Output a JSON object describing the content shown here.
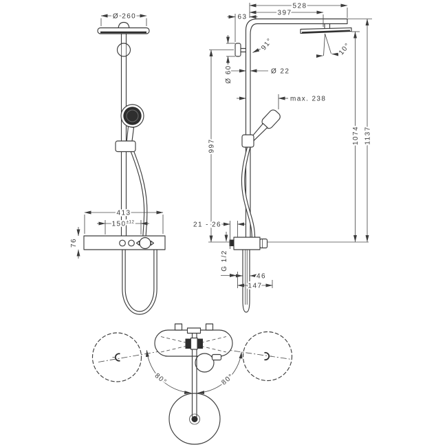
{
  "drawing": {
    "front": {
      "head_diameter": "Ø 260",
      "bar_width": "413",
      "supply_spacing": "150",
      "supply_spacing_tol": "±12",
      "bar_height": "76"
    },
    "side": {
      "projection_total": "528",
      "projection_head": "397",
      "wall_offset": "63",
      "arm_angle": "91°",
      "flange_diameter": "Ø 60",
      "pipe_diameter": "Ø 22",
      "handshower_reach": "max. 238",
      "wall_bar_height": "997",
      "height_head_bottom": "1074",
      "height_arm_top": "1137",
      "head_tilt": "10°",
      "mount_depth": "21 - 26",
      "thread_size": "G 1/2",
      "hose_loop_width": "46",
      "valve_depth": "147"
    },
    "top": {
      "swivel_left": "80°",
      "swivel_right": "80°"
    }
  }
}
